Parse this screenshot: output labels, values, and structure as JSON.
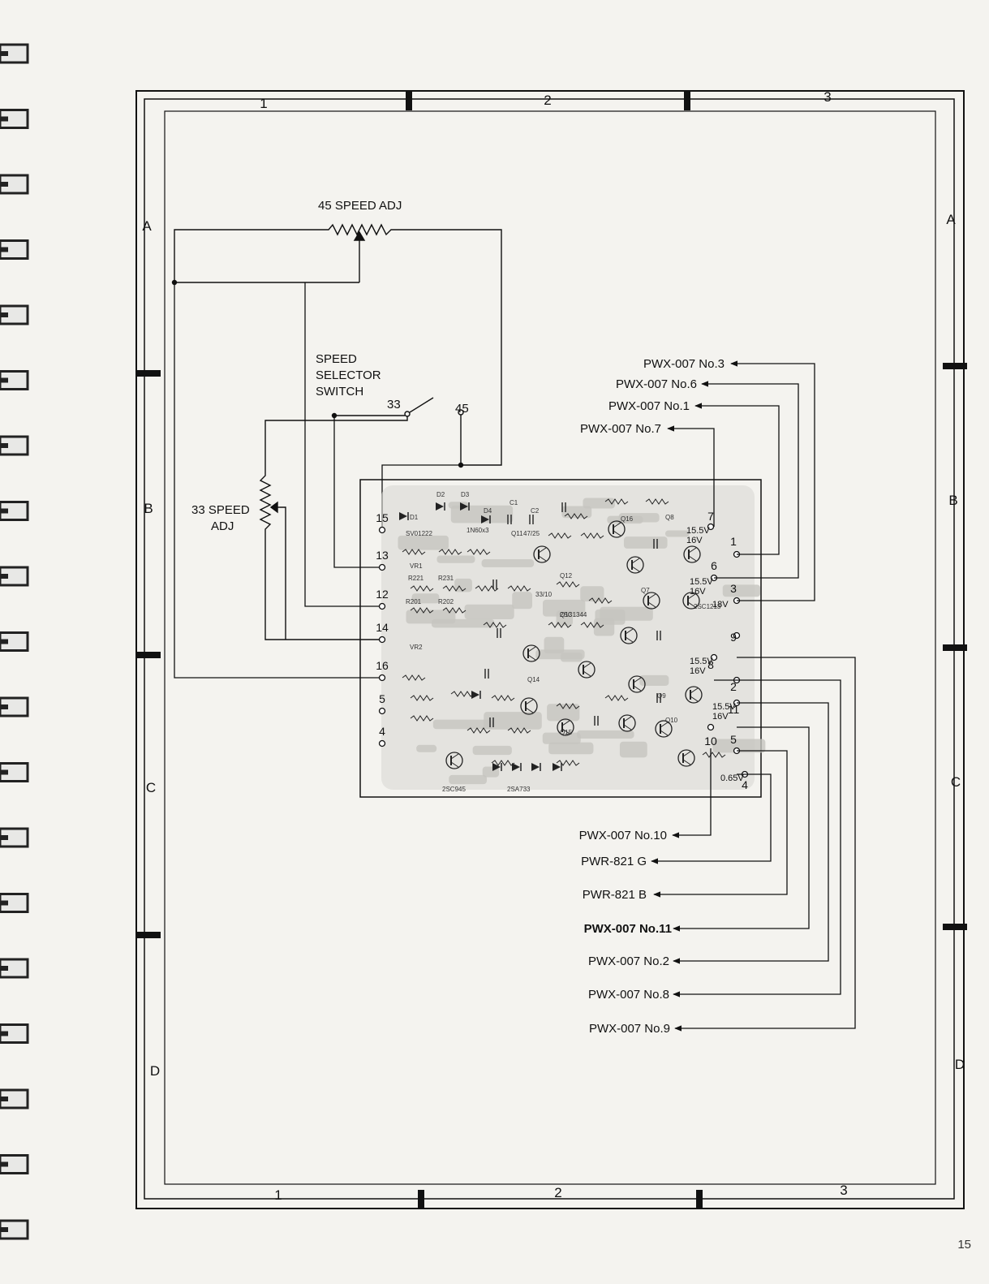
{
  "page_number": "15",
  "grid": {
    "columns": [
      "1",
      "2",
      "3"
    ],
    "rows": [
      "A",
      "B",
      "C",
      "D"
    ]
  },
  "labels": {
    "speed45_adj": "45 SPEED ADJ",
    "speed33_adj_line1": "33 SPEED",
    "speed33_adj_line2": "ADJ",
    "selector_line1": "SPEED",
    "selector_line2": "SELECTOR",
    "selector_line3": "SWITCH",
    "pos33": "33",
    "pos45": "45"
  },
  "pcb": {
    "left_pins": [
      "15",
      "13",
      "12",
      "14",
      "16",
      "5",
      "4"
    ],
    "right_pins": [
      {
        "no": "7",
        "v1": "15.5V",
        "v2": "16V"
      },
      {
        "no": "1",
        "v1": "",
        "v2": ""
      },
      {
        "no": "6",
        "v1": "15.5V",
        "v2": "16V"
      },
      {
        "no": "3",
        "v1": "18V",
        "v2": ""
      },
      {
        "no": "9",
        "v1": "",
        "v2": ""
      },
      {
        "no": "8",
        "v1": "15.5V",
        "v2": "16V"
      },
      {
        "no": "2",
        "v1": "",
        "v2": ""
      },
      {
        "no": "11",
        "v1": "15.5V",
        "v2": "16V"
      },
      {
        "no": "10",
        "v1": "",
        "v2": ""
      },
      {
        "no": "5",
        "v1": "",
        "v2": ""
      },
      {
        "no": "4",
        "v1": "0.65V",
        "v2": ""
      }
    ],
    "components": [
      "D1",
      "D2",
      "D3",
      "D4",
      "C1",
      "C2",
      "Q11",
      "Q12",
      "Q13",
      "Q14",
      "Q15",
      "Q16",
      "Q7",
      "Q8",
      "Q9",
      "Q10",
      "VR1",
      "VR2",
      "R201",
      "R202",
      "2SC945",
      "2SA733",
      "2SC1344",
      "2SC1213",
      "SV01222",
      "1N60x3",
      "47/25",
      "33/10",
      "R221",
      "R231"
    ]
  },
  "connections_top": [
    "PWX-007 No.3",
    "PWX-007 No.6",
    "PWX-007 No.1",
    "PWX-007 No.7"
  ],
  "connections_bottom": [
    "PWX-007 No.10",
    "PWR-821 G",
    "PWR-821 B",
    "PWX-007 No.11",
    "PWX-007 No.2",
    "PWX-007 No.8",
    "PWX-007 No.9"
  ]
}
